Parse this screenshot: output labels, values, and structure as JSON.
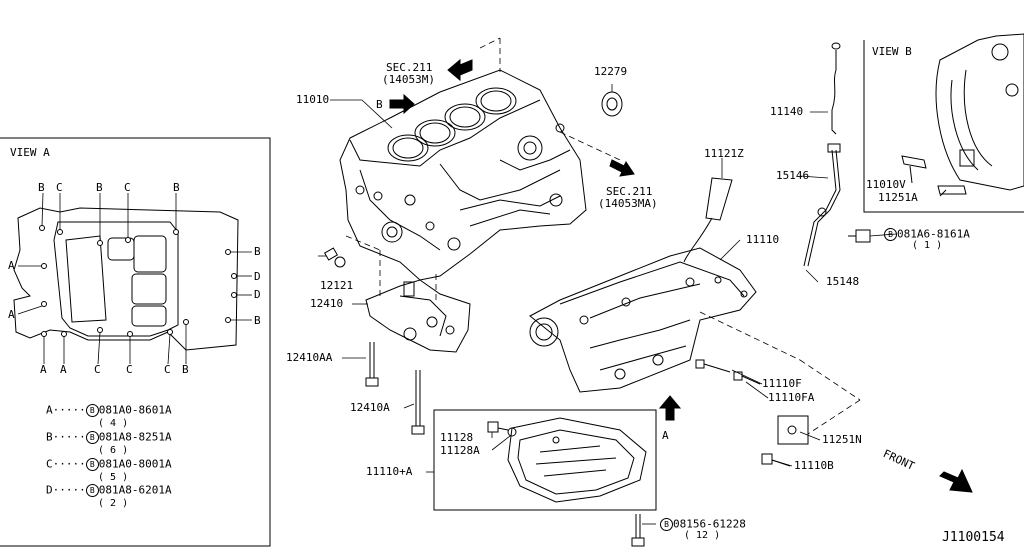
{
  "view_a": {
    "title": "VIEW A",
    "letters_left": [
      "B",
      "C",
      "B",
      "C",
      "B"
    ],
    "letters_bottom": [
      "A",
      "A",
      "C",
      "C",
      "C",
      "B"
    ],
    "side_left": [
      "A",
      "A"
    ],
    "side_right": [
      "B",
      "D",
      "D",
      "B"
    ],
    "legend": [
      {
        "key": "A",
        "code": "B",
        "part": "081A0-8601A",
        "qty": "( 4 )"
      },
      {
        "key": "B",
        "code": "B",
        "part": "081A8-8251A",
        "qty": "( 6 )"
      },
      {
        "key": "C",
        "code": "B",
        "part": "081A0-8001A",
        "qty": "( 5 )"
      },
      {
        "key": "D",
        "code": "B",
        "part": "081A8-6201A",
        "qty": "( 2 )"
      }
    ]
  },
  "view_b": {
    "title": "VIEW B",
    "labels": [
      "11010V",
      "11251A"
    ]
  },
  "labels": {
    "sec_top": "SEC.211",
    "sec_top_sub": "(14053M)",
    "sec_mid": "SEC.211",
    "sec_mid_sub": "(14053MA)",
    "b_arrow": "B",
    "a_arrow": "A",
    "p11010": "11010",
    "p12279": "12279",
    "p11140": "11140",
    "p11121z": "11121Z",
    "p15146": "15146",
    "p11110": "11110",
    "p12121": "12121",
    "p12410": "12410",
    "p081a6": "081A6-8161A",
    "p081a6_qty": "( 1 )",
    "p15148": "15148",
    "p12410aa": "12410AA",
    "p11110f": "11110F",
    "p11110fa": "11110FA",
    "p12410a": "12410A",
    "p11128": "11128",
    "p11128a": "11128A",
    "p11251n": "11251N",
    "p11110plusa": "11110+A",
    "p11110b": "11110B",
    "p08156": "08156-61228",
    "p08156_qty": "( 12 )",
    "front": "FRONT",
    "ref": "J1100154"
  }
}
